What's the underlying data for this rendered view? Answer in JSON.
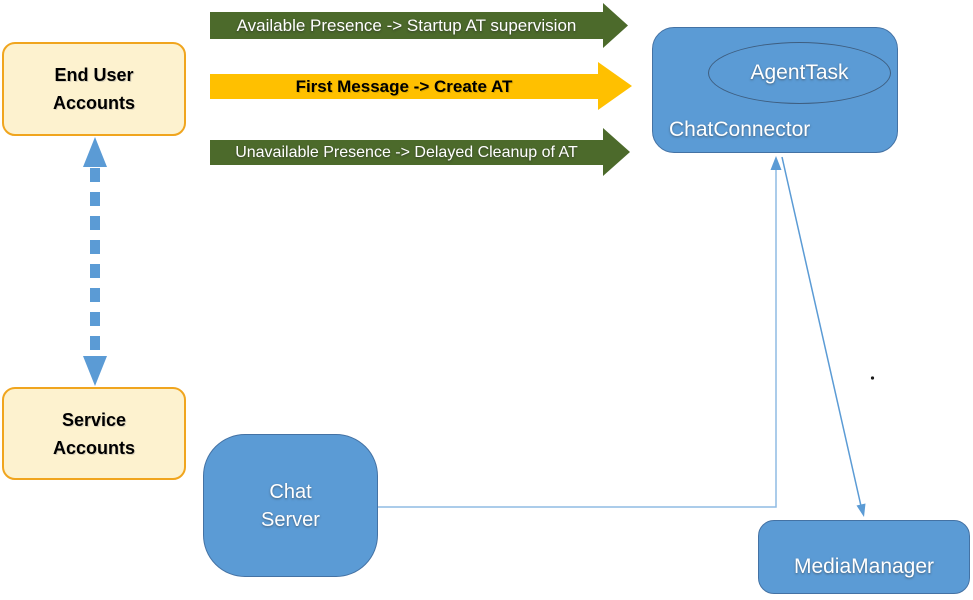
{
  "diagram": {
    "nodes": {
      "end_user": {
        "line1": "End User",
        "line2": "Accounts"
      },
      "service": {
        "line1": "Service",
        "line2": "Accounts"
      },
      "chat_connector": {
        "label": "ChatConnector"
      },
      "agent_task": {
        "label": "AgentTask"
      },
      "chat_server": {
        "line1": "Chat",
        "line2": "Server"
      },
      "media_manager": {
        "label": "MediaManager"
      }
    },
    "arrows": [
      {
        "id": "available-presence",
        "label": "Available Presence -> Startup AT supervision",
        "color": "#4C6A2B",
        "text_color": "#FFFFFF"
      },
      {
        "id": "first-message",
        "label": "First Message -> Create AT",
        "color": "#FFC000",
        "text_color": "#000000"
      },
      {
        "id": "unavailable-presence",
        "label": "Unavailable Presence -> Delayed Cleanup of AT",
        "color": "#4C6A2B",
        "text_color": "#FFFFFF"
      }
    ],
    "colors": {
      "node_blue_fill": "#5B9BD5",
      "node_blue_border": "#4472A4",
      "node_yellow_fill": "#FDF2CF",
      "node_yellow_border": "#F0A51E",
      "arrow_green": "#4C6A2B",
      "arrow_orange": "#FFC000",
      "connector_blue": "#5B9BD5",
      "connector_light_blue": "#8FBBE3"
    }
  }
}
